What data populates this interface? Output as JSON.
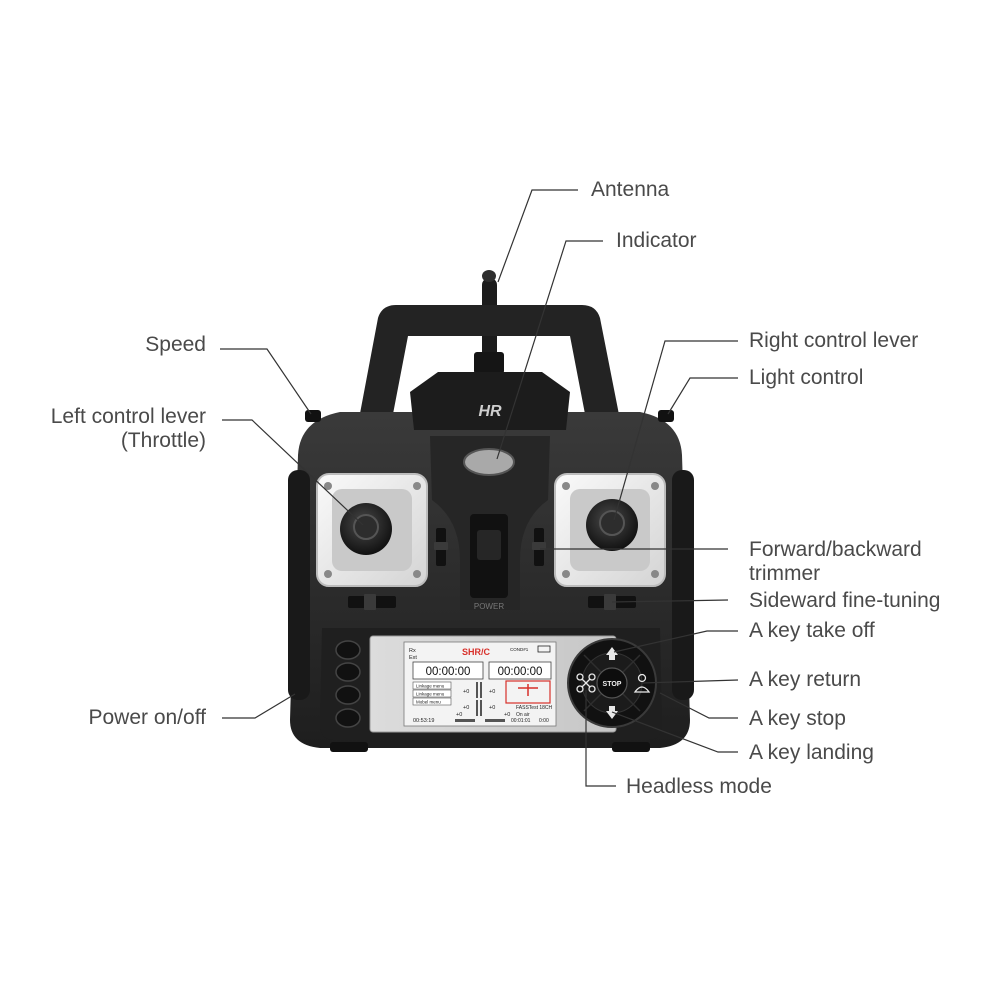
{
  "labels": {
    "antenna": "Antenna",
    "indicator": "Indicator",
    "speed": "Speed",
    "left_lever_1": "Left control lever",
    "left_lever_2": "(Throttle)",
    "right_lever": "Right control lever",
    "light_control": "Light control",
    "trimmer_1": "Forward/backward",
    "trimmer_2": "trimmer",
    "sideward": "Sideward fine-tuning",
    "take_off": "A key take off",
    "return": "A key return",
    "stop": "A key stop",
    "landing": "A key landing",
    "headless": "Headless mode",
    "power": "Power on/off"
  },
  "device": {
    "brand_logo": "HR",
    "power_text": "POWER",
    "stop_button": "STOP",
    "icons": [
      "up-arrow-icon",
      "down-arrow-icon",
      "drone-icon",
      "home-person-icon"
    ],
    "screen": {
      "rx": "Rx",
      "ext": "Ext",
      "brand": "SHR/C",
      "cond": "COND#1",
      "timer_left": "00:00:00",
      "timer_right": "00:00:00",
      "menu_1": "Linkage menu",
      "menu_2": "Linkage menu",
      "menu_3": "Mobel menu",
      "trim_1": "+0",
      "trim_2": "+0",
      "trim_3": "+0",
      "trim_4": "+0",
      "trim_5": "+0",
      "trim_6": "+0",
      "model": "FASSTest 18CH",
      "on_air": "On air",
      "time_left": "00:53:19",
      "time_mid": "00:01:01",
      "time_right": "0:00"
    }
  },
  "colors": {
    "body": "#2b2b2b",
    "body_dark": "#1a1a1a",
    "label_text": "#4a4a4a",
    "leader_line": "#333333",
    "screen_red": "#d8302a"
  }
}
